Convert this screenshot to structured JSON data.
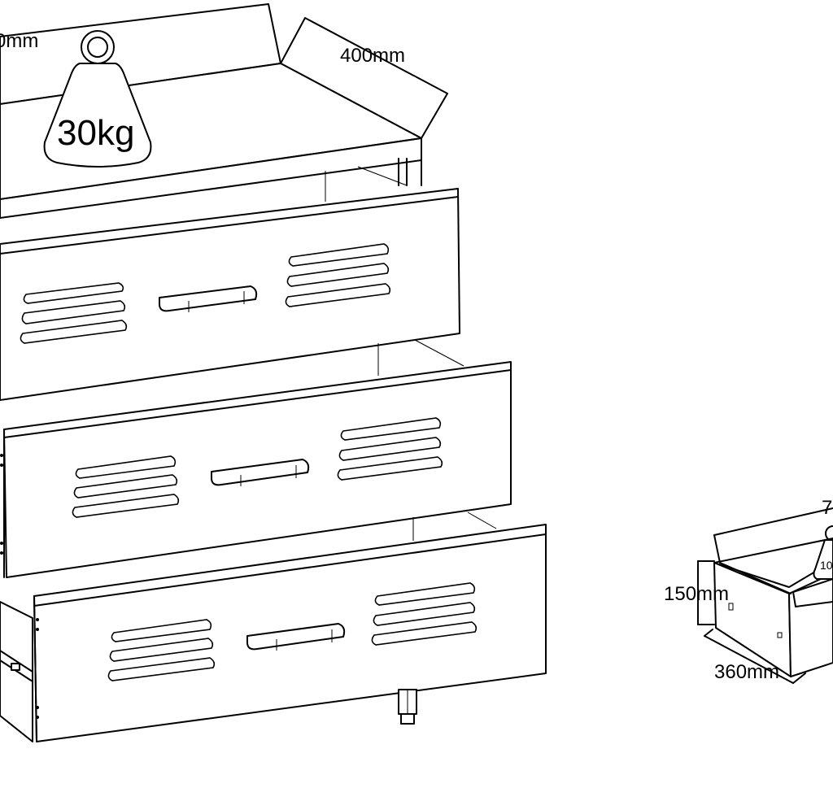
{
  "main_cabinet": {
    "dimension_top_left": "0mm",
    "dimension_depth": "400mm",
    "weight_capacity": "30kg",
    "drawers": [
      "drawer-top",
      "drawer-middle",
      "drawer-bottom"
    ]
  },
  "single_drawer": {
    "dimension_height": "150mm",
    "dimension_depth": "360mm",
    "dimension_width_partial": "7",
    "weight_capacity_partial": "10"
  }
}
